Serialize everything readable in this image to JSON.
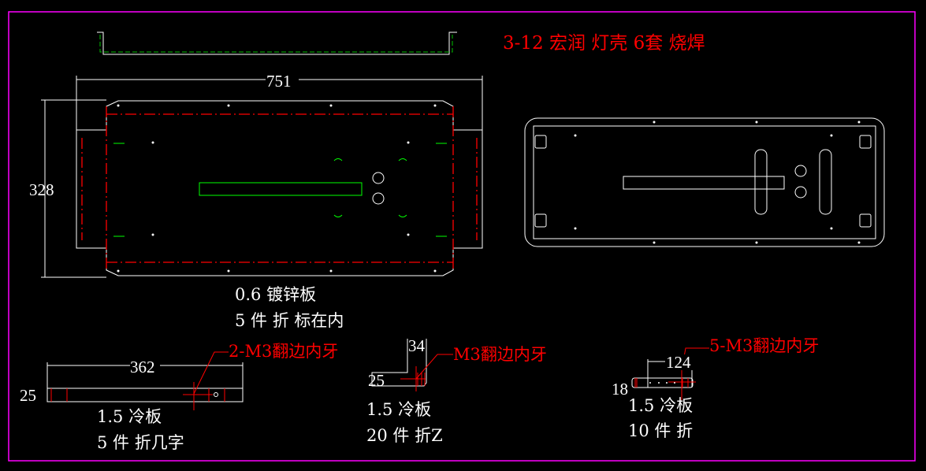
{
  "title": "3-12 宏润 灯壳 6套 烧焊",
  "main_panel": {
    "width_dim": "751",
    "height_dim": "328",
    "material": "0.6 镀锌板",
    "note": "5 件 折 标在内"
  },
  "part_a": {
    "length_dim": "362",
    "height_dim": "25",
    "callout": "2-M3翻边内牙",
    "material": "1.5 冷板",
    "note": "5 件 折几字"
  },
  "part_b": {
    "width_dim": "34",
    "height_dim": "25",
    "callout": "M3翻边内牙",
    "material": "1.5 冷板",
    "note": "20 件 折Z"
  },
  "part_c": {
    "length_dim": "124",
    "height_dim": "18",
    "callout": "5-M3翻边内牙",
    "material": "1.5 冷板",
    "note": "10 件 折"
  },
  "colors": {
    "border": "#ff00ff",
    "annotation": "#ff0000",
    "geometry": "#ffffff",
    "slot": "#00ff00"
  }
}
